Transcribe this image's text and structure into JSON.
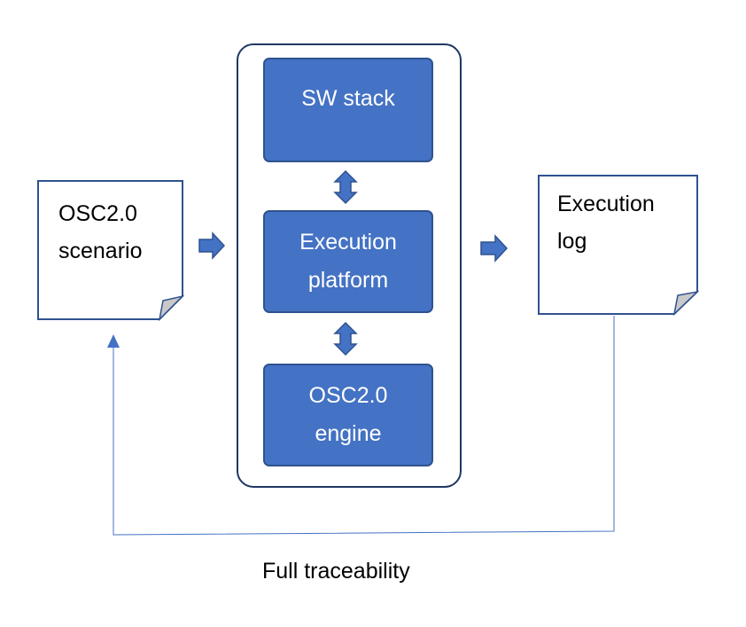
{
  "colors": {
    "block_fill": "#4472C4",
    "block_stroke": "#2F528F",
    "arrow_fill": "#4472C4",
    "connector_line": "#4472C4",
    "document_fill": "#FFFFFF",
    "document_stroke": "#2F528F",
    "fold_fill": "#C9C9C9"
  },
  "input_document": {
    "line1": "OSC2.0",
    "line2": "scenario"
  },
  "output_document": {
    "line1": "Execution",
    "line2": "log"
  },
  "stack": {
    "sw_stack": "SW stack",
    "execution_platform": {
      "line1": "Execution",
      "line2": "platform"
    },
    "engine": {
      "line1": "OSC2.0",
      "line2": "engine"
    }
  },
  "feedback_caption": "Full traceability"
}
